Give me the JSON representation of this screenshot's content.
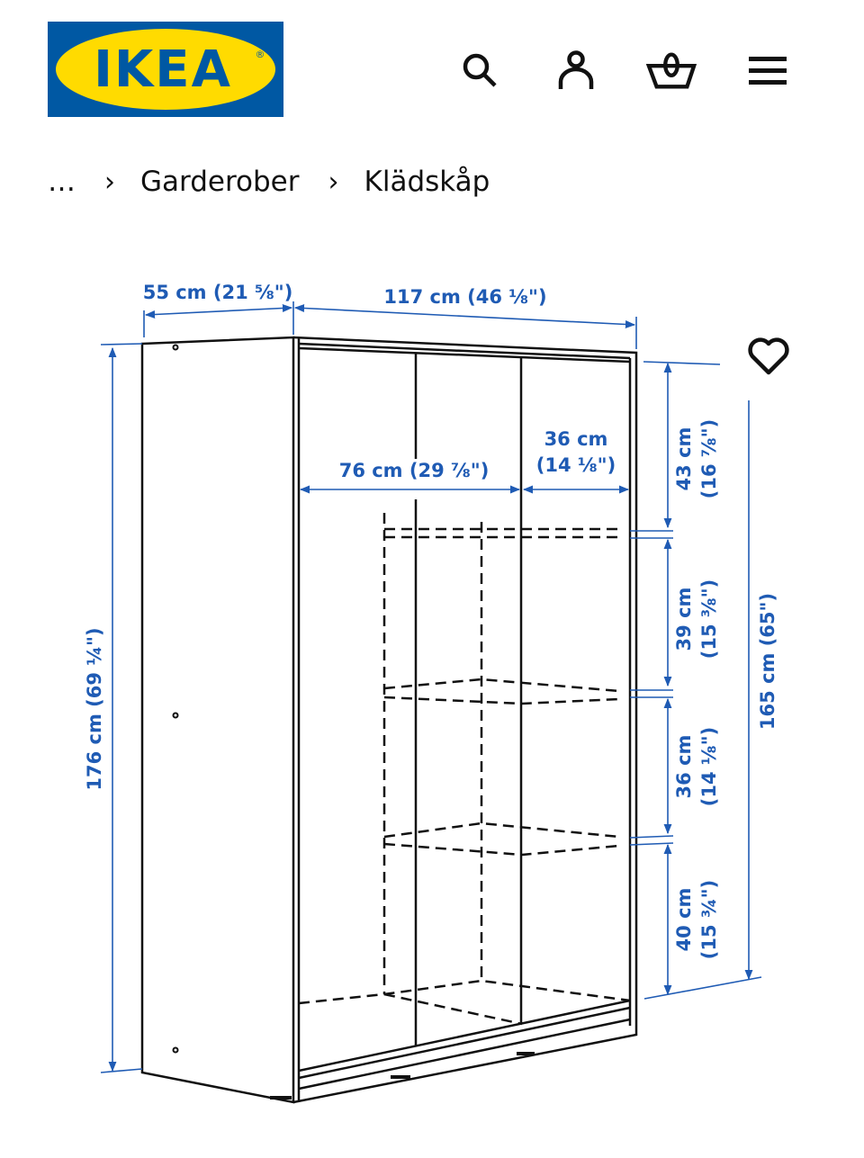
{
  "header": {
    "logo_text": "IKEA",
    "logo_registered": "®",
    "logo_colors": {
      "background": "#0058a3",
      "oval": "#ffdb00",
      "text": "#0058a3"
    },
    "icons": [
      {
        "name": "search-icon",
        "label": "Search"
      },
      {
        "name": "user-icon",
        "label": "Account"
      },
      {
        "name": "basket-icon",
        "label": "Shopping bag"
      },
      {
        "name": "menu-icon",
        "label": "Menu"
      }
    ]
  },
  "breadcrumb": {
    "items": [
      "…",
      "Garderober",
      "Klädskåp"
    ],
    "separator": "›"
  },
  "product_image": {
    "favorite_icon": "heart-icon",
    "dimension_color": "#1f5bb4",
    "dimensions": {
      "depth": "55 cm (21 ⅝\")",
      "width": "117 cm (46 ⅛\")",
      "height": "176 cm (69 ¼\")",
      "inner_height": "165 cm (65\")",
      "left_compartment_width": "76 cm (29 ⅞\")",
      "right_compartment_width_cm": "36 cm",
      "right_compartment_width_in": "(14 ⅛\")",
      "shelf_spacing": [
        {
          "cm": "43 cm",
          "in": "(16 ⅞\")"
        },
        {
          "cm": "39 cm",
          "in": "(15 ⅜\")"
        },
        {
          "cm": "36 cm",
          "in": "(14 ⅛\")"
        },
        {
          "cm": "40 cm",
          "in": "(15 ¾\")"
        }
      ]
    }
  }
}
